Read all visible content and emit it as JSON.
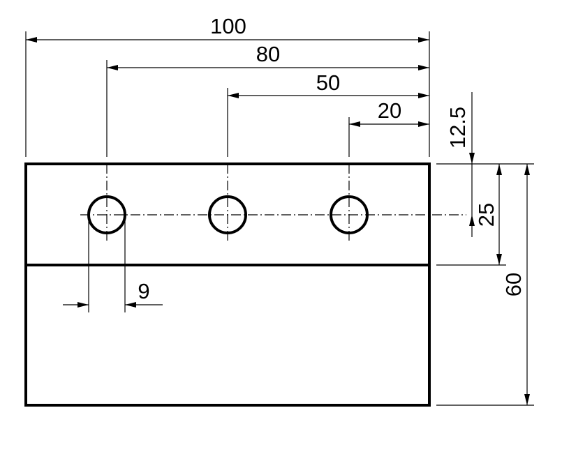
{
  "dimensions": {
    "overall_width": "100",
    "hole1_offset": "80",
    "hole2_offset": "50",
    "hole3_offset": "20",
    "hole_row_from_top": "12.5",
    "band_height": "25",
    "overall_height": "60",
    "hole_diameter": "9"
  }
}
